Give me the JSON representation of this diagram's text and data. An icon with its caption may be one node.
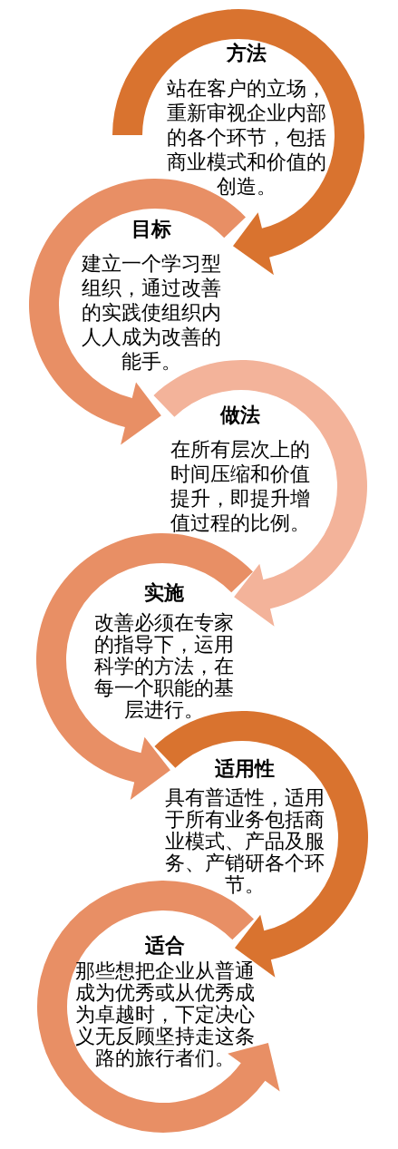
{
  "diagram": {
    "nodes": [
      {
        "text": [
          "方法",
          "站在客户的立场，重新审视企业内部的各个环节，包括商业模式和价值的创造。"
        ]
      },
      {
        "text": [
          "目标",
          "建立一个学习型组织，通过改善的实践使组织内人人成为改善的能手。"
        ]
      },
      {
        "text": [
          "做法",
          "在所有层次上的时间压缩和价值提升，即提升增值过程的比例。"
        ]
      },
      {
        "text": [
          "实施",
          "改善必须在专家的指导下，运用科学的方法，在每一个职能的基层进行。"
        ]
      },
      {
        "text": [
          "适用性",
          "具有普适性，适用于所有业务包括商业模式、产品及服务、产销研各个环节。"
        ]
      },
      {
        "text": [
          "适合",
          "那些想把企业从普通成为优秀或从优秀成为卓越时，下定决心义无反顾坚持走这条路的旅行者们。"
        ]
      }
    ],
    "edges": [
      {
        "from": 0,
        "to": 1,
        "arrow": "to",
        "color": "#d9732f"
      },
      {
        "from": 1,
        "to": 2,
        "arrow": "to"
      },
      {
        "from": 2,
        "to": 3,
        "arrow": "to",
        "color": "#f3b39a"
      },
      {
        "from": 3,
        "to": 4,
        "arrow": "to"
      },
      {
        "from": 4,
        "to": 5,
        "arrow": "to",
        "color": "#d9732f"
      },
      {
        "from": null,
        "to": 5,
        "arrow": "to"
      }
    ]
  }
}
